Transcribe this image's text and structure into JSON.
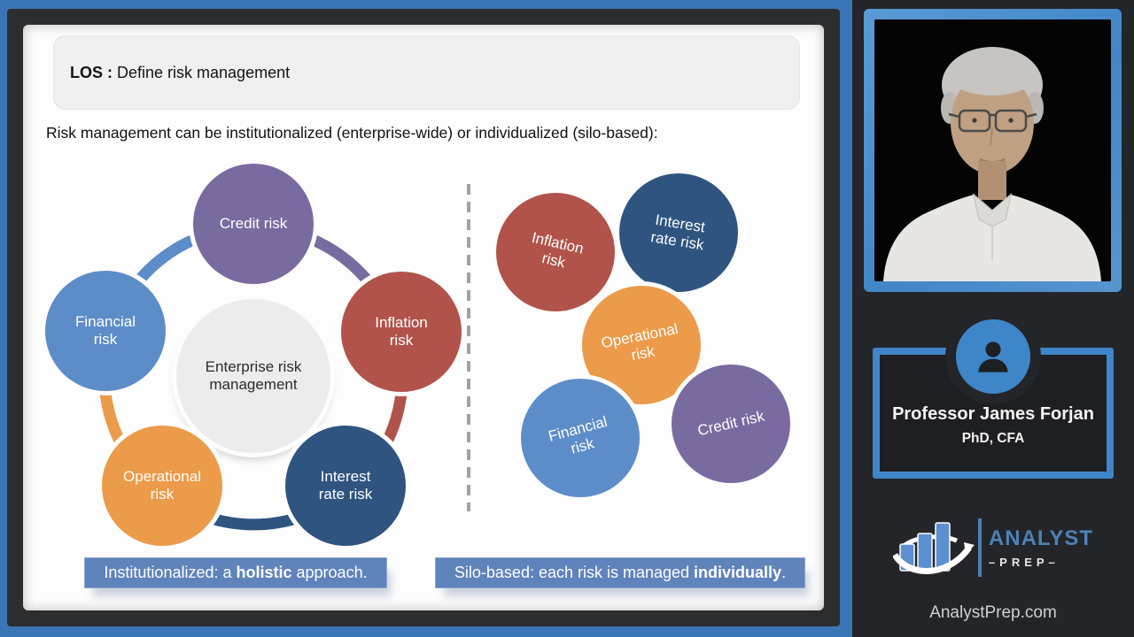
{
  "slide": {
    "los": {
      "bold": "LOS : ",
      "rest": "Define risk management"
    },
    "subtitle": "Risk management can be institutionalized (enterprise-wide) or individualized (silo-based):",
    "center_bubble": "Enterprise risk management",
    "bubbles": {
      "credit": "Credit risk",
      "financial": "Financial risk",
      "inflation": "Inflation risk",
      "operational": "Operational risk",
      "interest": "Interest rate risk"
    },
    "captions": {
      "institutionalized": {
        "pre": "Institutionalized: a ",
        "bold": "holistic",
        "post": " approach."
      },
      "silo": {
        "pre": "Silo-based: each risk is managed ",
        "bold": "individually",
        "post": "."
      }
    }
  },
  "sidebar": {
    "professor_name": "Professor James Forjan",
    "professor_credentials": "PhD, CFA",
    "logo": {
      "analyst": "ANALYST",
      "prep": "–PREP–"
    },
    "website": "AnalystPrep.com"
  },
  "colors": {
    "canvas_blue": "#3a76b6",
    "frame_dark": "#2b2d2f",
    "sidebar_bg": "#232528",
    "accent_blue": "#3e86c8",
    "caption_bg": "#5f83bb",
    "credit_purple": "#796a9f",
    "financial_blue": "#5d8dc9",
    "inflation_red": "#b1534b",
    "operational_orange": "#eb9b49",
    "interest_navy": "#2f5480",
    "center_gray": "#ececec",
    "logo_text_blue": "#4d82b8"
  }
}
